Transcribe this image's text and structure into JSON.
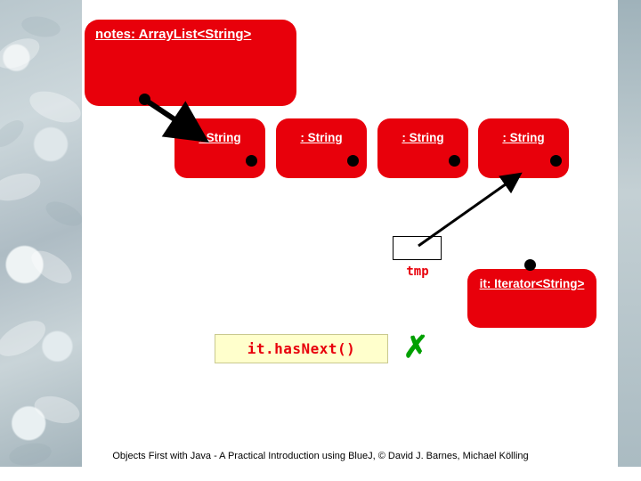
{
  "slide": {
    "background": {
      "left_strip_color": "#b9c7cd",
      "right_strip_color": "#a9bac1"
    },
    "footer": "Objects First with Java - A Practical Introduction using BlueJ, © David J. Barnes, Michael Kölling"
  },
  "diagram": {
    "collection": {
      "label": "notes: ArrayList<String>",
      "color": "#e8000b"
    },
    "elements": [
      {
        "label": ": String"
      },
      {
        "label": ": String"
      },
      {
        "label": ": String"
      },
      {
        "label": ": String"
      }
    ],
    "tmp_variable": {
      "name": "tmp",
      "value": ""
    },
    "iterator": {
      "label": "it: Iterator<String>",
      "color": "#e8000b"
    },
    "callout": {
      "code": "it.hasNext()",
      "result_marker": "✗",
      "result_color": "#00a000",
      "background": "#ffffcc",
      "text_color": "#e8000b"
    }
  }
}
